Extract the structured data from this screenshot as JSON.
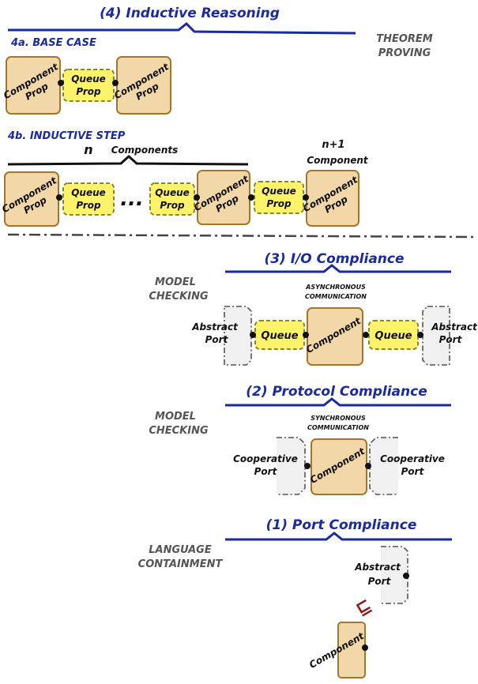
{
  "inductive": {
    "title": "(4) Inductive Reasoning",
    "method": [
      "THEOREM",
      "PROVING"
    ],
    "base_case": {
      "label": "4a. BASE CASE",
      "component": [
        "Component",
        "Prop"
      ],
      "queue": [
        "Queue",
        "Prop"
      ]
    },
    "inductive_step": {
      "label": "4b. INDUCTIVE STEP",
      "n_label": "n",
      "n_suffix": "Components",
      "n1_label": "n+1",
      "n1_suffix": "Component",
      "ellipsis": "...",
      "component": [
        "Component",
        "Prop"
      ],
      "queue": [
        "Queue",
        "Prop"
      ]
    }
  },
  "io": {
    "title": "(3) I/O Compliance",
    "method": [
      "MODEL",
      "CHECKING"
    ],
    "comm": [
      "ASYNCHRONOUS",
      "COMMUNICATION"
    ],
    "port_left": [
      "Abstract",
      "Port"
    ],
    "port_right": [
      "Abstract",
      "Port"
    ],
    "queue": "Queue",
    "component": "Component"
  },
  "protocol": {
    "title": "(2) Protocol Compliance",
    "method": [
      "MODEL",
      "CHECKING"
    ],
    "comm": [
      "SYNCHRONOUS",
      "COMMUNICATION"
    ],
    "port_left": [
      "Cooperative",
      "Port"
    ],
    "port_right": [
      "Cooperative",
      "Port"
    ],
    "component": "Component"
  },
  "port": {
    "title": "(1) Port Compliance",
    "method": [
      "LANGUAGE",
      "CONTAINMENT"
    ],
    "port": [
      "Abstract",
      "Port"
    ],
    "relation": "⊑",
    "component": "Component"
  },
  "colors": {
    "title_blue": "#1a2aa0",
    "component_fill": "#f2d8a8",
    "queue_fill": "#fdf36a",
    "port_fill": "#f0f0f0",
    "relation_red": "#8b1a1a"
  }
}
